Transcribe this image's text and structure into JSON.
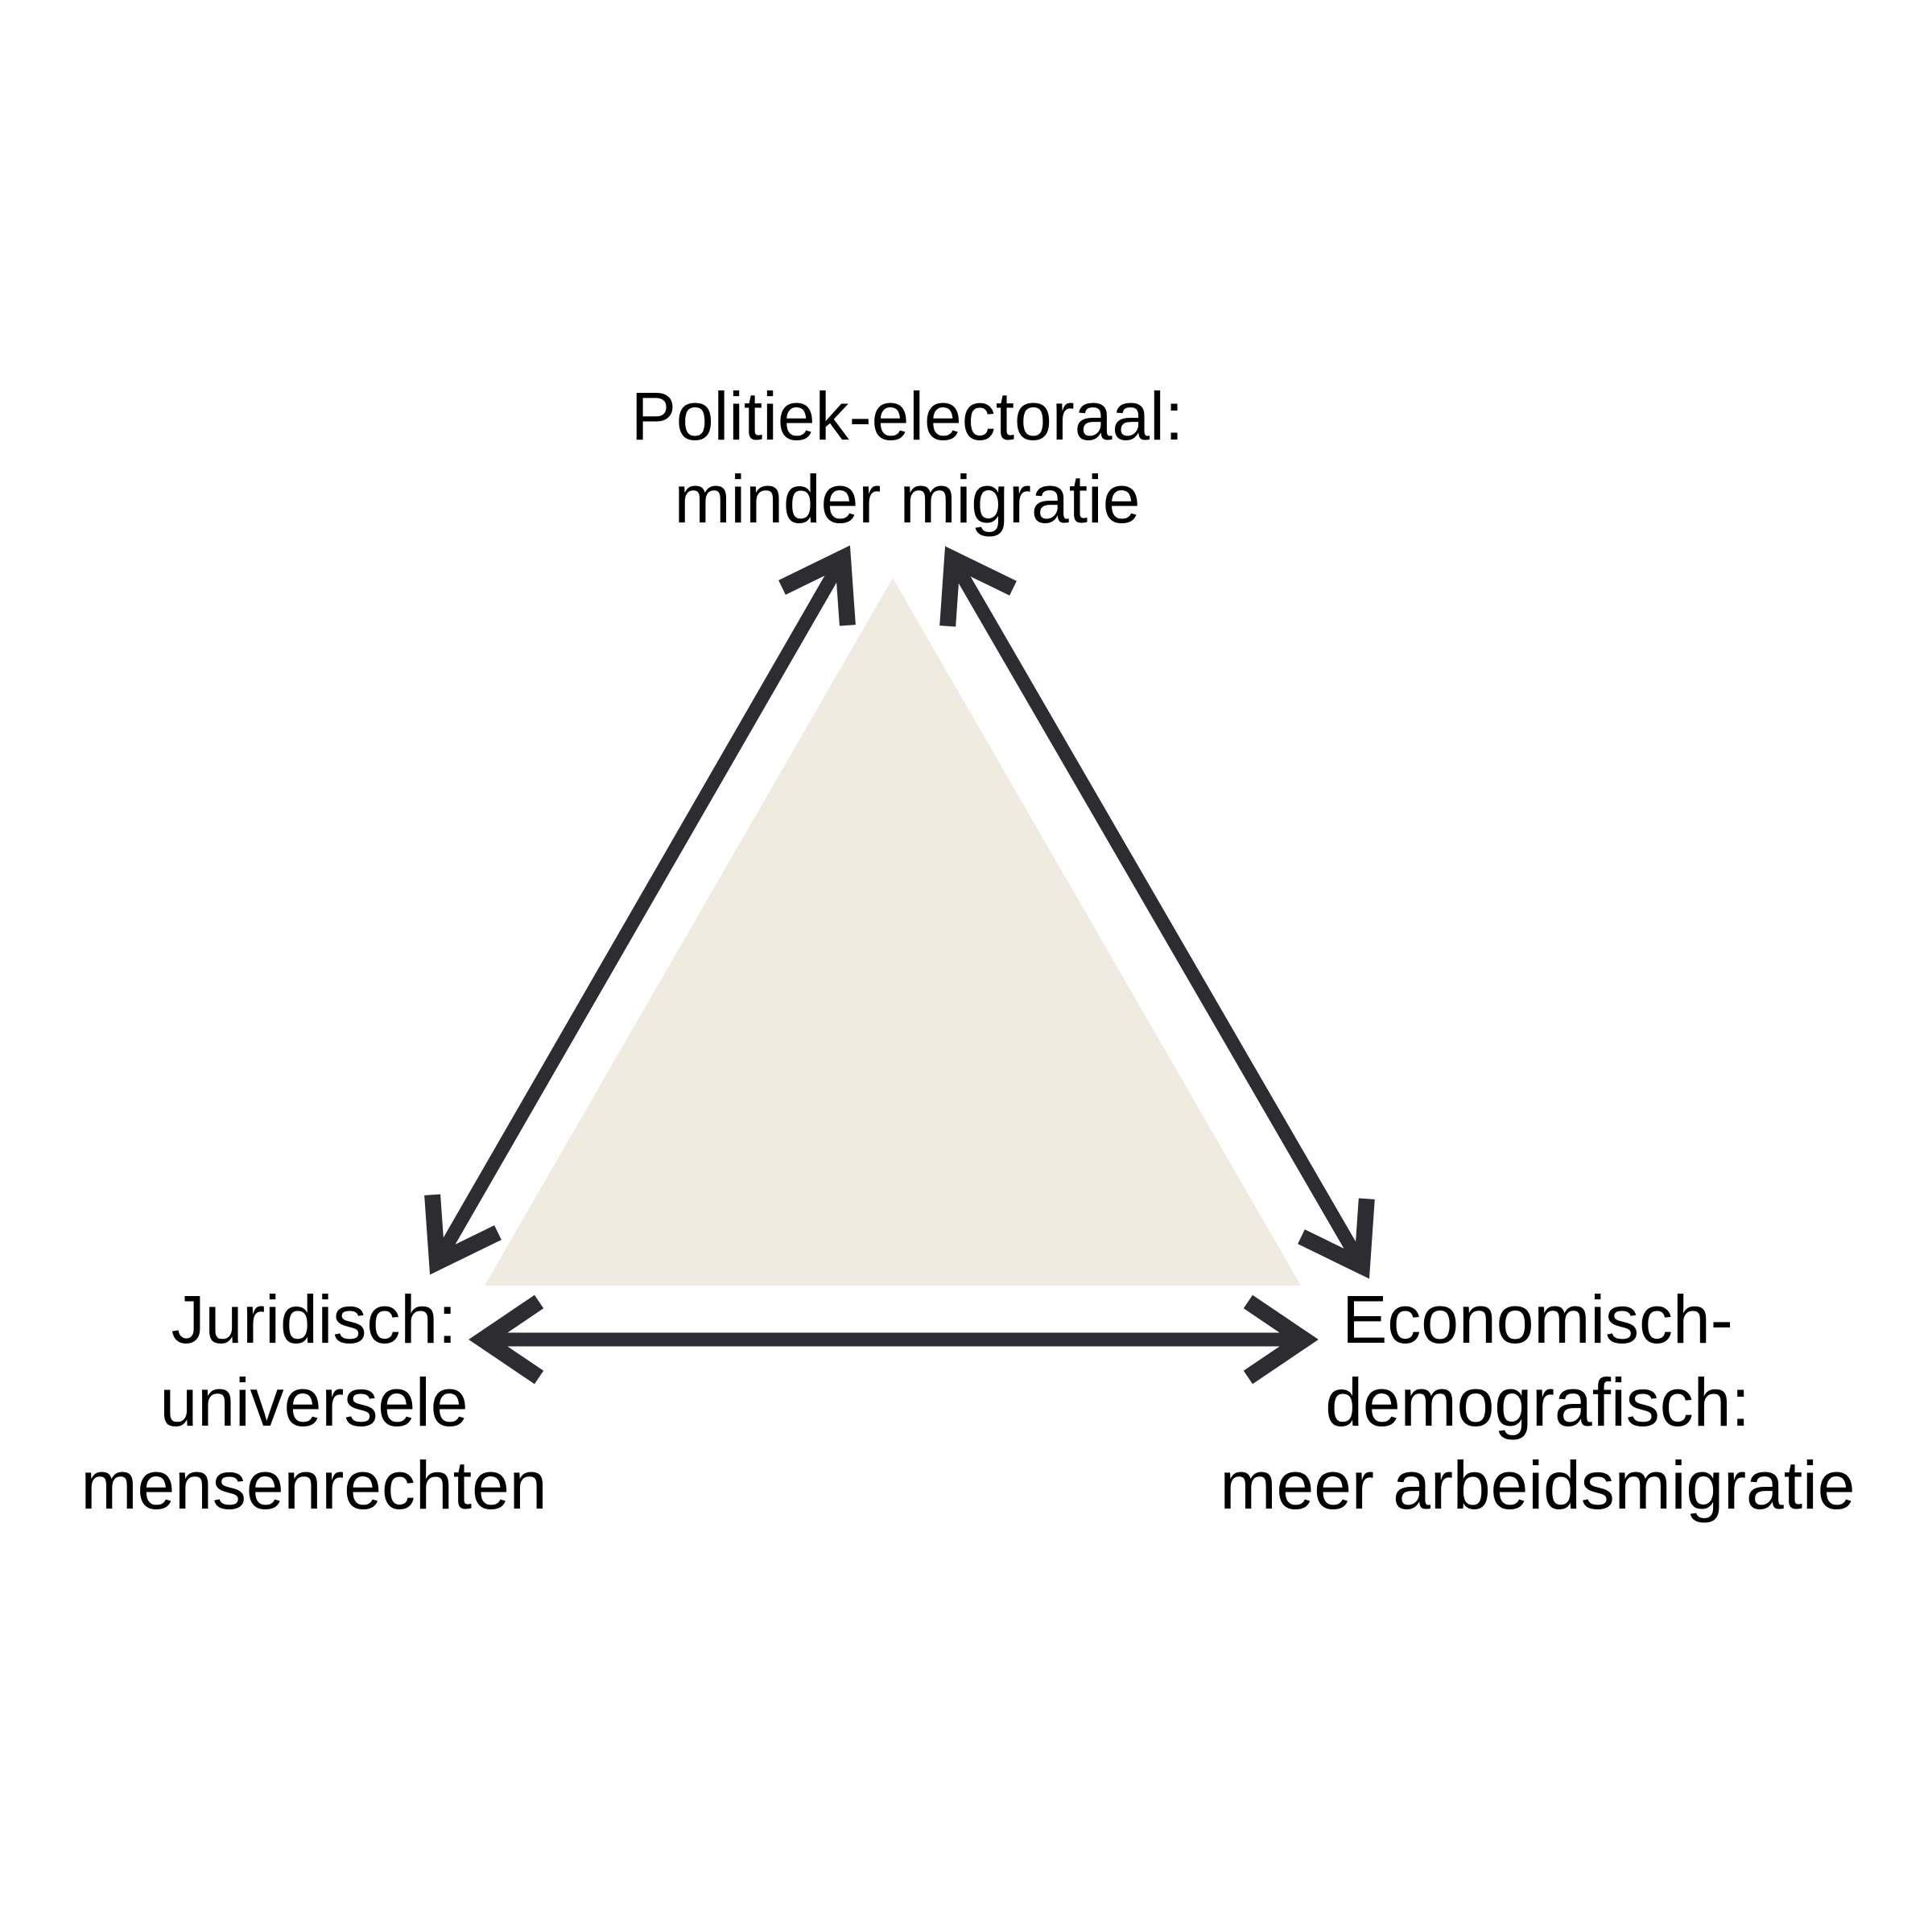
{
  "diagram": {
    "title": "migration-trilemma-triangle",
    "nodes": {
      "politiek": {
        "id": "politiek-electoraal",
        "lines": [
          "Politiek-electoraal:",
          "minder migratie"
        ]
      },
      "juridisch": {
        "id": "juridisch",
        "lines": [
          "Juridisch:",
          "universele",
          "mensenrechten"
        ]
      },
      "economisch": {
        "id": "economisch-demografisch",
        "lines": [
          "Economisch-",
          "demografisch:",
          "meer arbeidsmigratie"
        ]
      }
    },
    "edges": [
      {
        "from": "juridisch",
        "to": "politiek-electoraal",
        "bidirectional": true
      },
      {
        "from": "politiek-electoraal",
        "to": "economisch-demografisch",
        "bidirectional": true
      },
      {
        "from": "juridisch",
        "to": "economisch-demografisch",
        "bidirectional": true
      }
    ],
    "colors": {
      "background": "#FFFFFF",
      "triangle_fill": "#EFEBE0",
      "arrow": "#2D2C31",
      "text": "#000000"
    }
  }
}
